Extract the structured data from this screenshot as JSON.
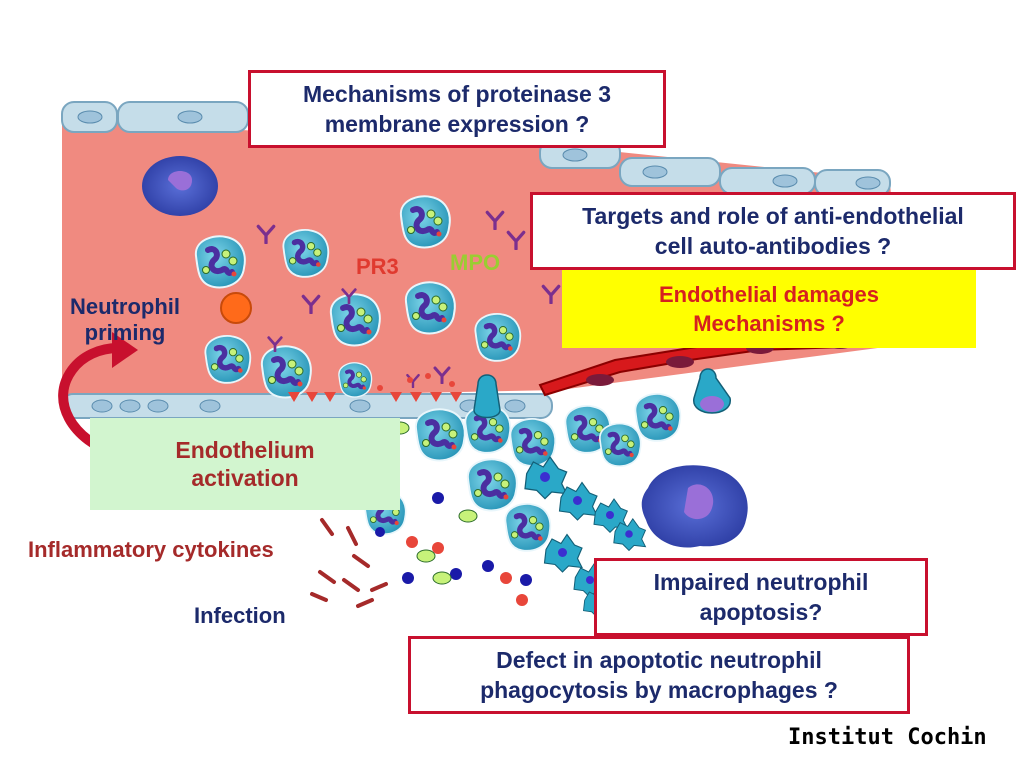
{
  "boxes": {
    "proteinase": [
      "Mechanisms of proteinase 3",
      "membrane  expression ?"
    ],
    "antibodies": [
      "Targets and role of anti-endothelial",
      "cell auto-antibodies ?"
    ],
    "damages": [
      "Endothelial damages",
      "Mechanisms ?"
    ],
    "apoptosis": [
      "Impaired neutrophil",
      "apoptosis?"
    ],
    "phagocytosis": [
      "Defect in apoptotic neutrophil",
      "phagocytosis by macrophages ?"
    ]
  },
  "labels": {
    "pr3": "PR3",
    "mpo": "MPO",
    "priming": [
      "Neutrophil",
      "priming"
    ],
    "activation": [
      "Endothelium",
      "activation"
    ],
    "cytokines": "Inflammatory cytokines",
    "infection": "Infection",
    "institute": "Institut Cochin"
  },
  "colors": {
    "vessel_lumen": "#f08a80",
    "box_border": "#c8102e",
    "box_text": "#1c2a6b",
    "damage_fill": "#ffff00",
    "damage_text": "#d62020",
    "activation_fill": "#d2f5cf",
    "activation_text": "#a52a2a",
    "cytokines_text": "#a52a2a",
    "pr3_text": "#e03a2f",
    "mpo_text": "#9acd32",
    "endothelium": "#c5dde9",
    "neutrophil": "#2aa8c8",
    "nucleus": "#4b2fa0",
    "antibody": "#7b2f8e",
    "arrow": "#c8102e"
  }
}
